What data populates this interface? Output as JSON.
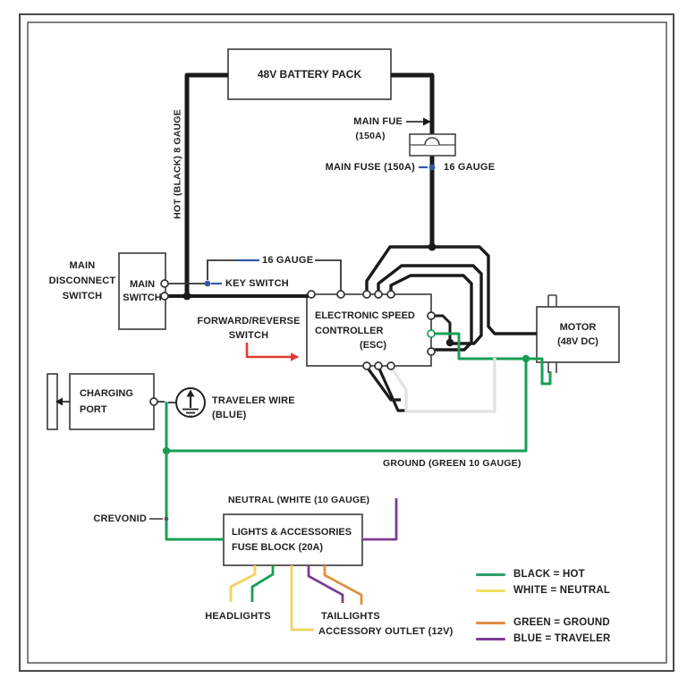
{
  "diagram": {
    "battery": {
      "label": "48V BATTERY PACK"
    },
    "hot_wire_label": "HOT (BLACK) 8 GAUGE",
    "fuse_callout": {
      "line1": "MAIN FUE",
      "line2": "(150A)"
    },
    "fuse_label": "MAIN FUSE (150A)",
    "fuse_gauge_label": "16 GAUGE",
    "main_disconnect": {
      "line1": "MAIN",
      "line2": "DISCONNECT",
      "line3": "SWITCH"
    },
    "main_switch": {
      "line1": "MAIN",
      "line2": "SWITCH"
    },
    "key_switch_gauge_label": "16 GAUGE",
    "key_switch_label": "KEY SWITCH",
    "forward_reverse": {
      "line1": "FORWARD/REVERSE",
      "line2": "SWITCH"
    },
    "esc": {
      "line1": "ELECTRONIC SPEED",
      "line2": "CONTROLLER",
      "line3": "(ESC)"
    },
    "motor": {
      "line1": "MOTOR",
      "line2": "(48V DC)"
    },
    "charging_port": {
      "line1": "CHARGING",
      "line2": "PORT"
    },
    "traveler": {
      "line1": "TRAVELER WIRE",
      "line2": "(BLUE)"
    },
    "ground_label": "GROUND (GREEN 10 GAUGE)",
    "neutral_label": "NEUTRAL (WHITE (10 GAUGE)",
    "crevonid_label": "CREVONID",
    "fuse_block": {
      "line1": "LIGHTS & ACCESSORIES",
      "line2": "FUSE BLOCK (20A)"
    },
    "outputs": {
      "headlights": "HEADLIGHTS",
      "taillights": "TAILLIGHTS",
      "accessory": "ACCESSORY OUTLET (12V)"
    }
  },
  "legend": {
    "items": [
      {
        "label": "BLACK = HOT",
        "color": "#2ca06a"
      },
      {
        "label": "WHITE = NEUTRAL",
        "color": "#f3dd63"
      },
      {
        "label": "GREEN = GROUND",
        "color": "#dd8b45"
      },
      {
        "label": "BLUE = TRAVELER",
        "color": "#7c3d94"
      }
    ]
  },
  "colors": {
    "wire_black": "#1b1b1b",
    "wire_green": "#189e54",
    "wire_yellow": "#f2d45c",
    "wire_orange": "#e1913f",
    "wire_purple": "#7c3d94",
    "wire_blue": "#3558a8",
    "wire_white": "#e3e3e3",
    "arrow_red": "#e23b36",
    "box_border": "#454545"
  }
}
